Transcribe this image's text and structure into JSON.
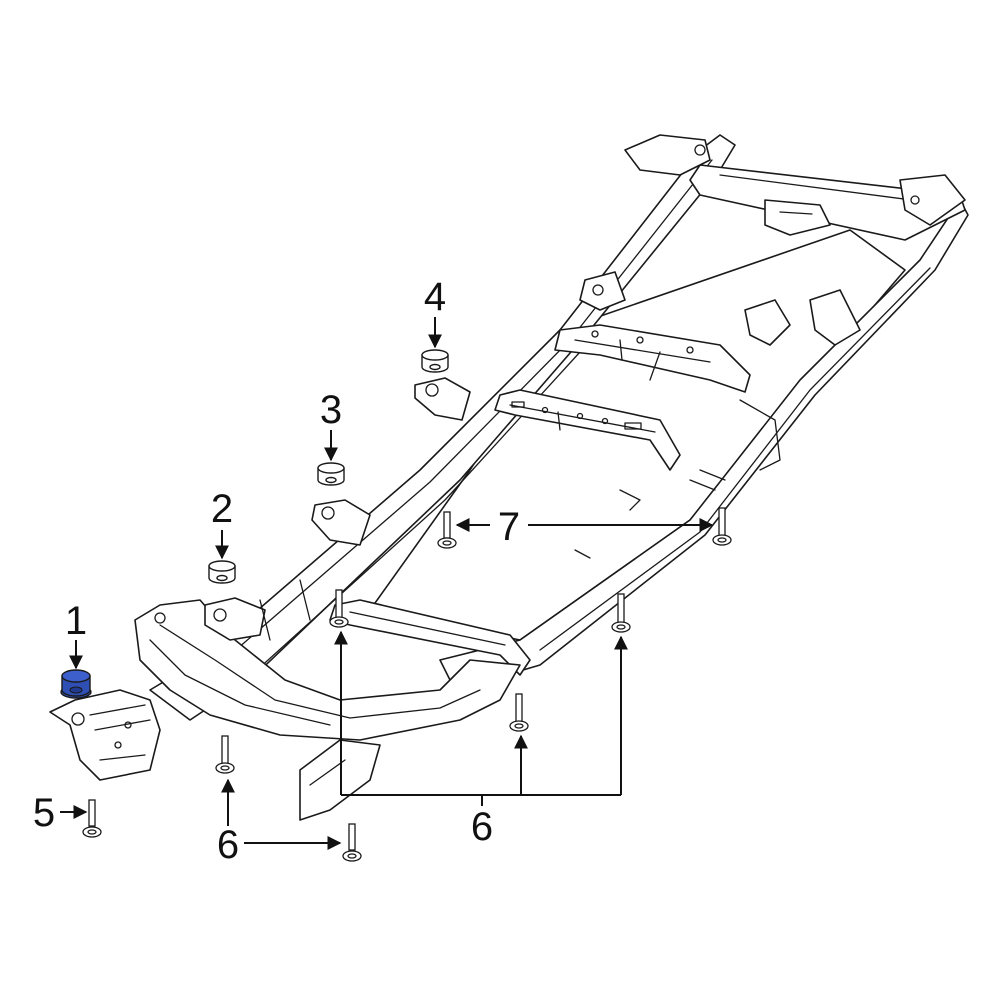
{
  "callouts": {
    "c1": "1",
    "c2": "2",
    "c3": "3",
    "c4": "4",
    "c5": "5",
    "c6a": "6",
    "c6b": "6",
    "c7": "7"
  },
  "colors": {
    "highlight_part": "#2f4fb5",
    "line": "#1a1a1a",
    "background": "#ffffff"
  }
}
